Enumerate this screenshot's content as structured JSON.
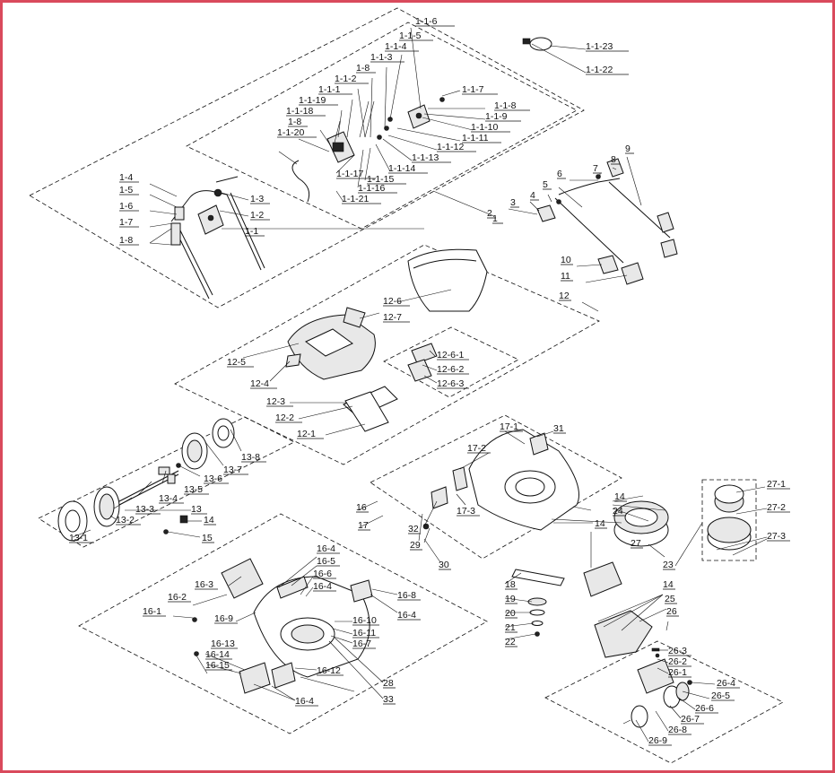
{
  "labels": [
    "1-1-23",
    "1-1-22",
    "1-1-6",
    "1-1-5",
    "1-1-4",
    "1-1-3",
    "1-8",
    "1-1-2",
    "1-1-1",
    "1-1-19",
    "1-1-18",
    "1-8",
    "1-1-20",
    "1-1-7",
    "1-1-8",
    "1-1-9",
    "1-1-10",
    "1-1-11",
    "1-1-12",
    "1-1-13",
    "1-1-14",
    "1-1-15",
    "1-1-16",
    "1-1-17",
    "1-1-21",
    "1-4",
    "1-5",
    "1-6",
    "1-7",
    "1-8",
    "1-3",
    "1-2",
    "1-1",
    "1",
    "9",
    "8",
    "7",
    "6",
    "5",
    "4",
    "3",
    "2",
    "10",
    "11",
    "12",
    "12-6",
    "12-7",
    "12-5",
    "12-4",
    "12-6-1",
    "12-6-2",
    "12-6-3",
    "12-3",
    "12-2",
    "12-1",
    "13-8",
    "13-7",
    "13-6",
    "13-5",
    "13-4",
    "13-3",
    "13-2",
    "13",
    "13-1",
    "14",
    "15",
    "17-1",
    "31",
    "17-2",
    "16",
    "17",
    "17-3",
    "32",
    "29",
    "30",
    "14",
    "24",
    "14",
    "27",
    "23",
    "27-1",
    "27-2",
    "27-3",
    "16-4",
    "16-5",
    "16-6",
    "16-4",
    "16-3",
    "16-2",
    "16-1",
    "16-9",
    "16-8",
    "16-4",
    "16-10",
    "16-11",
    "16-7",
    "16-13",
    "16-14",
    "16-15",
    "16-12",
    "28",
    "33",
    "16-4",
    "18",
    "19",
    "20",
    "21",
    "22",
    "14",
    "25",
    "26",
    "26-3",
    "26-2",
    "26-1",
    "26-4",
    "26-5",
    "26-6",
    "26-7",
    "26-8",
    "26-9"
  ]
}
